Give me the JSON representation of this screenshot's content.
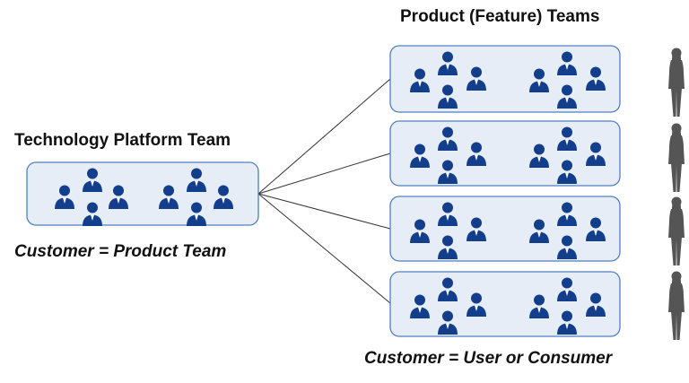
{
  "product_teams_title": "Product (Feature) Teams",
  "platform_team_title": "Technology Platform Team",
  "platform_customer_caption": "Customer = Product Team",
  "product_customer_caption": "Customer = User or Consumer",
  "colors": {
    "team_fill": "#e6edf6",
    "team_border": "#4f7fbf",
    "person_icon": "#123e8c",
    "consumer_icon": "#555555",
    "connector": "#333333"
  },
  "icons": {
    "team_member": "person-bust-icon",
    "consumer": "standing-woman-icon"
  }
}
